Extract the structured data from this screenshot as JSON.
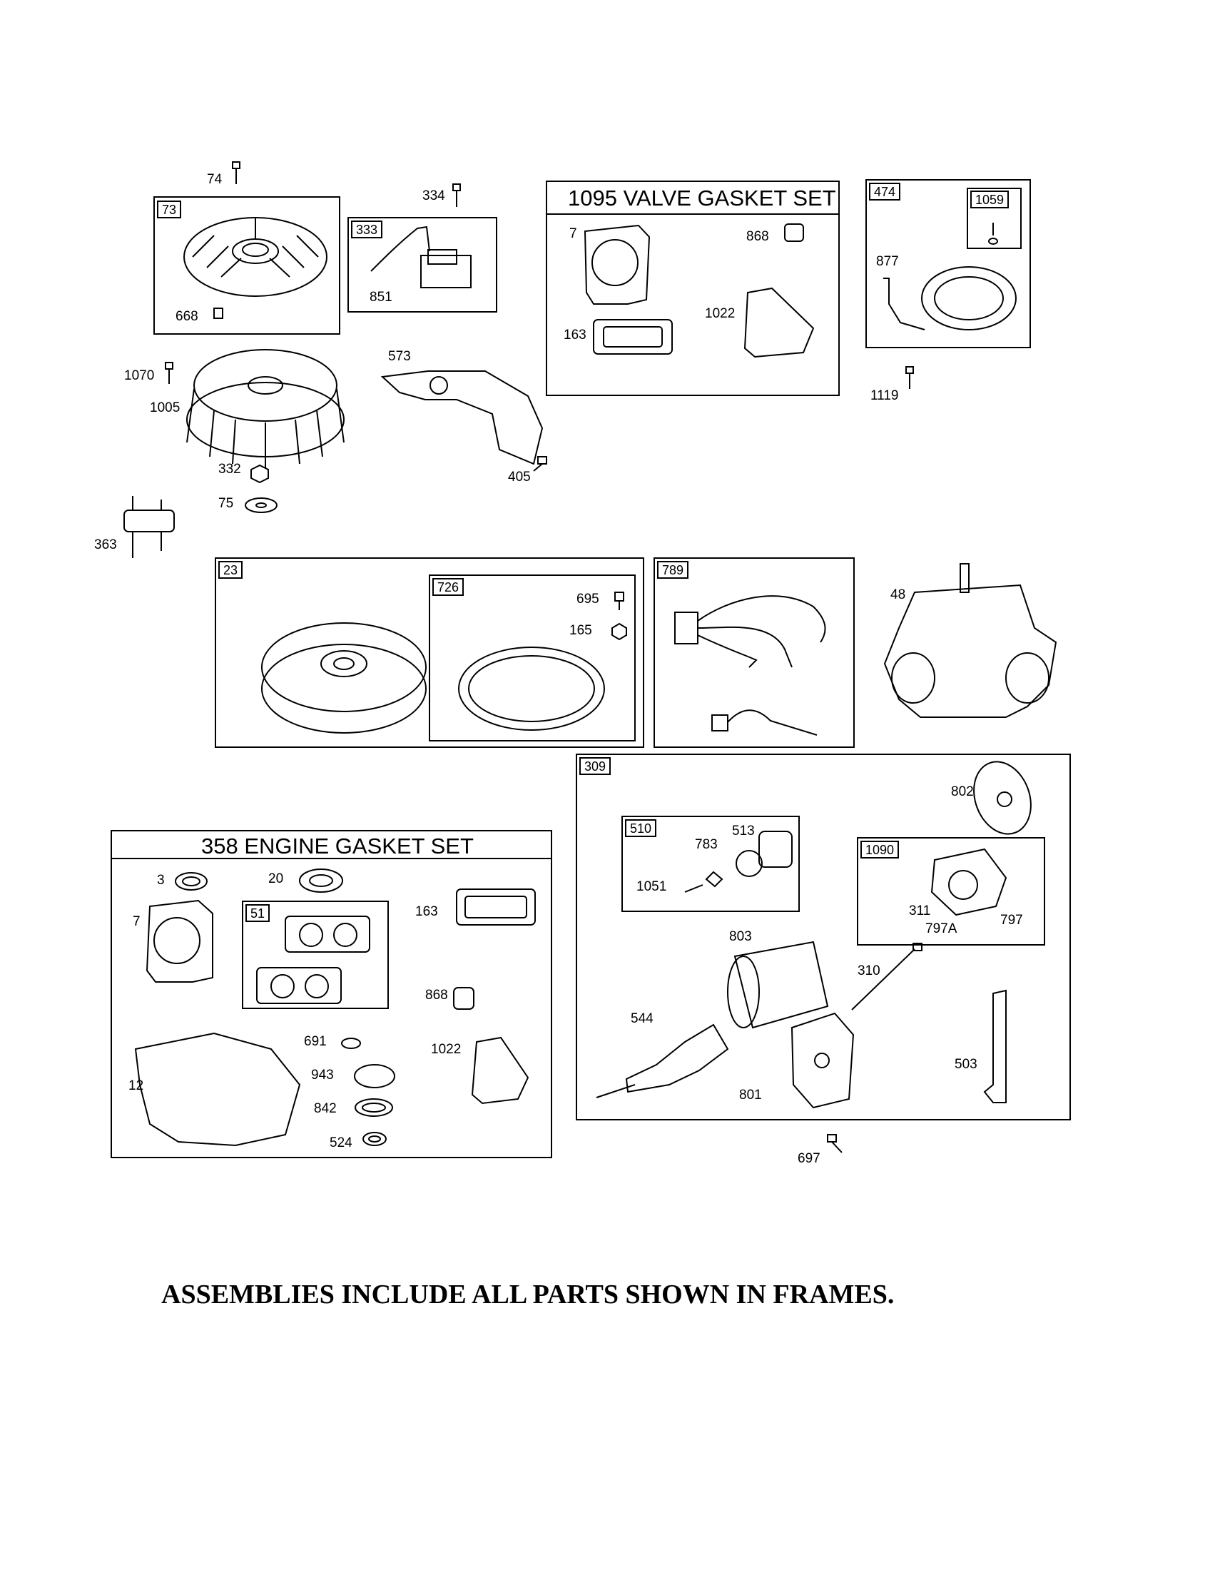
{
  "frames": {
    "f73": "73",
    "f333": "333",
    "f474": "474",
    "f1059": "1059",
    "f23": "23",
    "f726": "726",
    "f789": "789",
    "f309": "309",
    "f510": "510",
    "f1090": "1090",
    "f51": "51"
  },
  "set_titles": {
    "valve": "1095 VALVE GASKET SET",
    "engine": "358 ENGINE GASKET SET"
  },
  "labels": {
    "p74": "74",
    "p334": "334",
    "p668": "668",
    "p851": "851",
    "p7a": "7",
    "p868a": "868",
    "p163a": "163",
    "p1022a": "1022",
    "p877": "877",
    "p1070": "1070",
    "p1005": "1005",
    "p573": "573",
    "p1119": "1119",
    "p332": "332",
    "p75": "75",
    "p405": "405",
    "p363": "363",
    "p695": "695",
    "p165": "165",
    "p48": "48",
    "p802": "802",
    "p513": "513",
    "p783": "783",
    "p1051": "1051",
    "p311": "311",
    "p797A": "797A",
    "p797": "797",
    "p803": "803",
    "p310": "310",
    "p544": "544",
    "p801": "801",
    "p503": "503",
    "p697": "697",
    "p3": "3",
    "p20": "20",
    "p7b": "7",
    "p163b": "163",
    "p868b": "868",
    "p691": "691",
    "p1022b": "1022",
    "p943": "943",
    "p12": "12",
    "p842": "842",
    "p524": "524"
  },
  "footer": "ASSEMBLIES INCLUDE ALL PARTS SHOWN IN FRAMES."
}
